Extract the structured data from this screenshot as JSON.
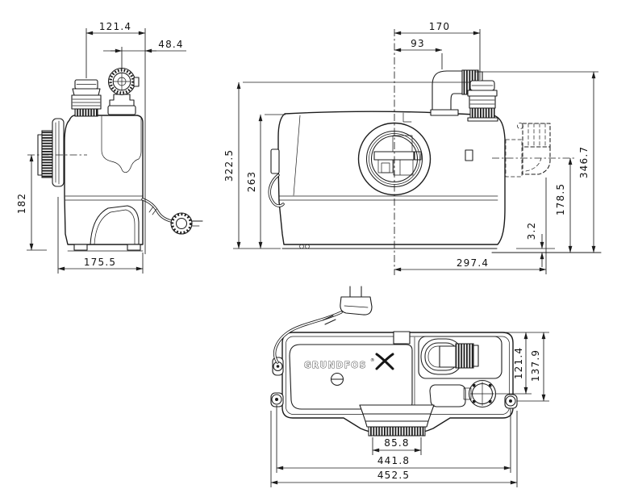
{
  "page": {
    "background": "#ffffff",
    "line_color": "#1c1c1c"
  },
  "views": {
    "side": {
      "dims": {
        "top_inlet_offset": "121.4",
        "discharge_offset": "48.4",
        "side_inlet_height": "182",
        "base_depth": "175.5"
      }
    },
    "front": {
      "dims": {
        "vent_offset": "170",
        "discharge_offset": "93",
        "vent_cap_height": "322.5",
        "tank_height": "263",
        "overall_height": "346.7",
        "outlet_center_height": "178.5",
        "foot_height": "3.2",
        "outlet_reach": "297.4"
      }
    },
    "top": {
      "brand": "GRUNDFOS",
      "registered_mark": "®",
      "dims": {
        "port_offset": "121.4",
        "screw_offset": "137.9",
        "inlet_width": "85.8",
        "screw_span": "441.8",
        "overall_width": "452.5"
      }
    }
  }
}
